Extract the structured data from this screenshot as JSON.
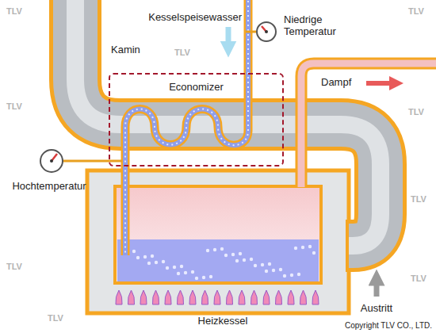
{
  "diagram": {
    "nodes": [
      {
        "text": [
          "Economizer"
        ]
      },
      {
        "text": [
          "Heizkessel"
        ]
      }
    ],
    "labels": [
      "Kesselspeisewasser",
      "Niedrige Temperatur",
      "Kamin",
      "Dampf",
      "Hochtemperatur",
      "Austritt",
      "Copyright TLV CO., LTD.",
      "TLV",
      "TLV",
      "TLV",
      "TLV",
      "TLV",
      "TLV",
      "TLV",
      "TLV",
      "TLV"
    ]
  }
}
